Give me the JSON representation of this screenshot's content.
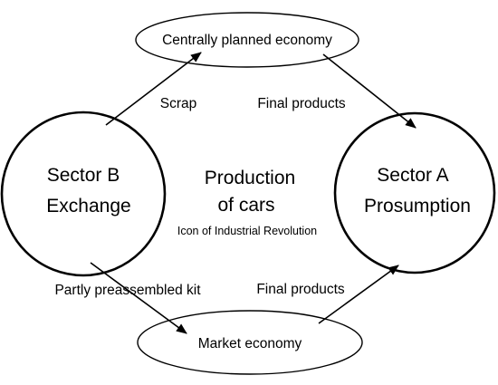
{
  "colors": {
    "stroke": "#000000",
    "text": "#000000",
    "background": "#ffffff"
  },
  "nodes": {
    "planned": {
      "label": "Centrally planned economy"
    },
    "market": {
      "label": "Market economy"
    },
    "sector_b": {
      "line1": "Sector B",
      "line2": "Exchange"
    },
    "sector_a": {
      "line1": "Sector A",
      "line2": "Prosumption"
    }
  },
  "center": {
    "line1": "Production",
    "line2": "of cars",
    "subtitle": "Icon of Industrial Revolution"
  },
  "edges": {
    "scrap": "Scrap",
    "final_top": "Final products",
    "kit": "Partly preassembled kit",
    "final_bottom": "Final products"
  }
}
